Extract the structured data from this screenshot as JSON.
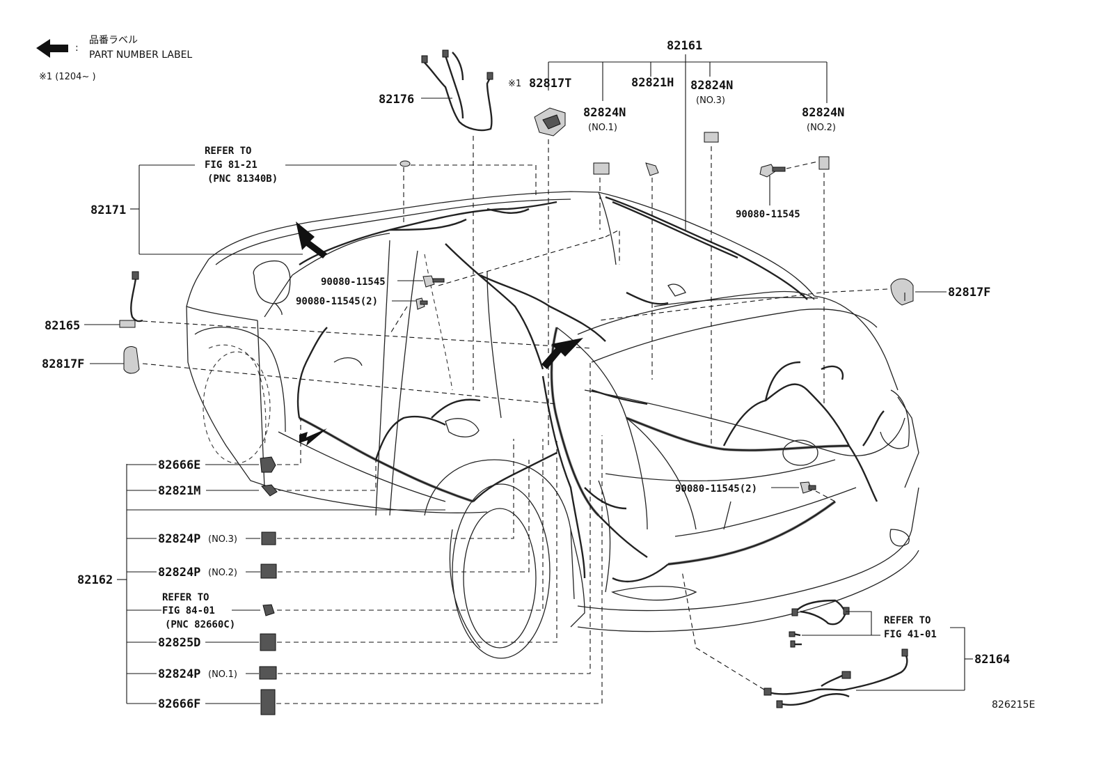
{
  "legend": {
    "label_jp": "品番ラベル",
    "label_en": "PART NUMBER LABEL",
    "note": "※1 (1204~      )"
  },
  "figure_id": "826215E",
  "parts": {
    "p82161": "82161",
    "p82176": "82176",
    "p82817T_mark": "※1",
    "p82817T": "82817T",
    "p82821H": "82821H",
    "p82824N_top": "82824N",
    "p82824N_top_sub": "(NO.3)",
    "p82824N_1": "82824N",
    "p82824N_1_sub": "(NO.1)",
    "p82824N_2": "82824N",
    "p82824N_2_sub": "(NO.2)",
    "bolt_right": "90080-11545",
    "p82171": "82171",
    "bolt_mid1": "90080-11545",
    "bolt_mid2": "90080-11545(2)",
    "p82817F_right": "82817F",
    "p82165": "82165",
    "p82817F_left": "82817F",
    "p82666E": "82666E",
    "p82821M": "82821M",
    "p82824P_3": "82824P",
    "p82824P_3_sub": "(NO.3)",
    "p82824P_2": "82824P",
    "p82824P_2_sub": "(NO.2)",
    "p82162": "82162",
    "p82825D": "82825D",
    "p82824P_1": "82824P",
    "p82824P_1_sub": "(NO.1)",
    "p82666F": "82666F",
    "bolt_rear": "90080-11545(2)",
    "p82164": "82164"
  },
  "refs": {
    "ref1": {
      "l1": "REFER TO",
      "l2": "FIG 81-21",
      "l3": "(PNC 81340B)"
    },
    "ref2": {
      "l1": "REFER TO",
      "l2": "FIG 84-01",
      "l3": "(PNC 82660C)"
    },
    "ref3": {
      "l1": "REFER TO",
      "l2": "FIG 41-01"
    }
  }
}
